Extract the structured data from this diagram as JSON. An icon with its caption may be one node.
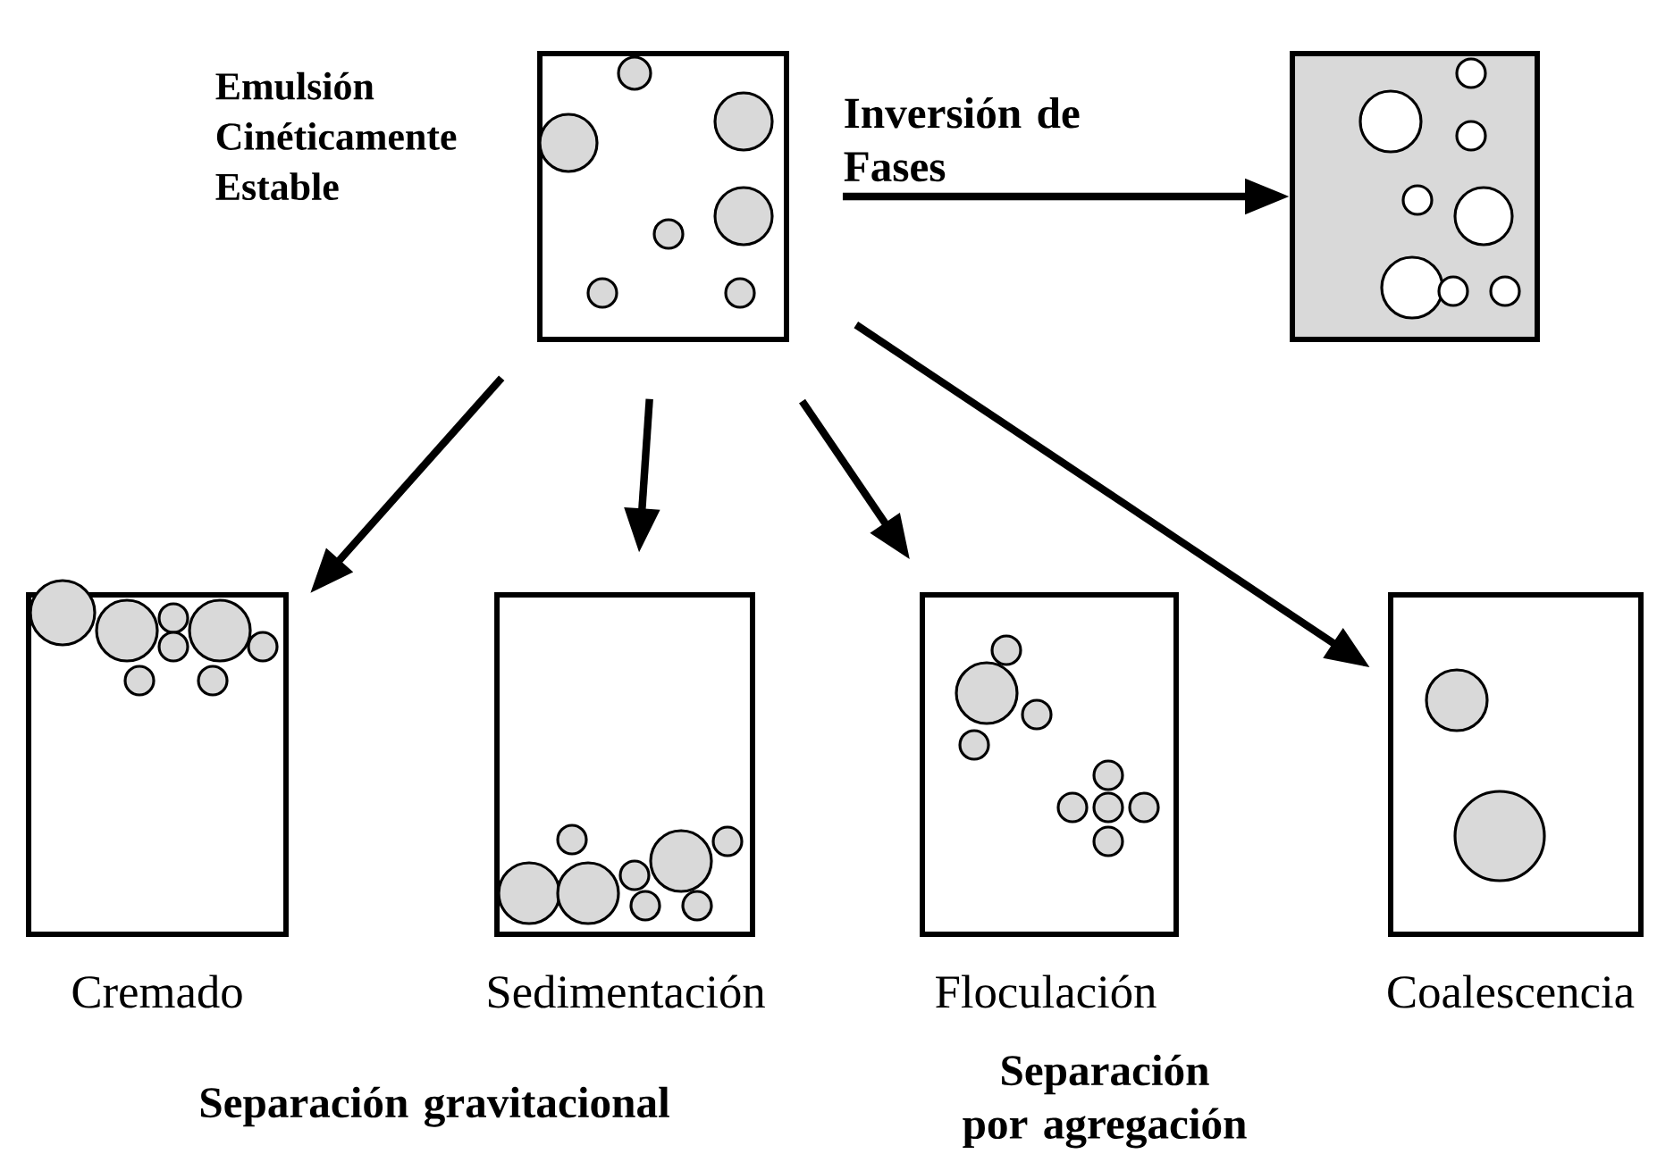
{
  "diagram": {
    "nodes": [
      {
        "text": [],
        "shape": "box",
        "beside": [
          "Emulsión Cinéticamente Estable"
        ]
      },
      {
        "text": [],
        "shape": "box"
      },
      {
        "text": [],
        "shape": "box",
        "beside": [
          "Cremado"
        ]
      },
      {
        "text": [],
        "shape": "box",
        "beside": [
          "Sedimentación"
        ]
      },
      {
        "text": [],
        "shape": "box",
        "beside": [
          "Floculación"
        ]
      },
      {
        "text": [],
        "shape": "box",
        "beside": [
          "Coalescencia"
        ]
      }
    ],
    "edges": [
      {
        "from": 0,
        "to": 1,
        "arrow": "to",
        "label": "Inversión de Fases"
      },
      {
        "from": 0,
        "to": 2,
        "arrow": "to"
      },
      {
        "from": 0,
        "to": 3,
        "arrow": "to"
      },
      {
        "from": 0,
        "to": 4,
        "arrow": "to"
      },
      {
        "from": 0,
        "to": 5,
        "arrow": "to"
      }
    ],
    "labels": [
      "Separación gravitacional",
      "Separación por agregación"
    ]
  }
}
